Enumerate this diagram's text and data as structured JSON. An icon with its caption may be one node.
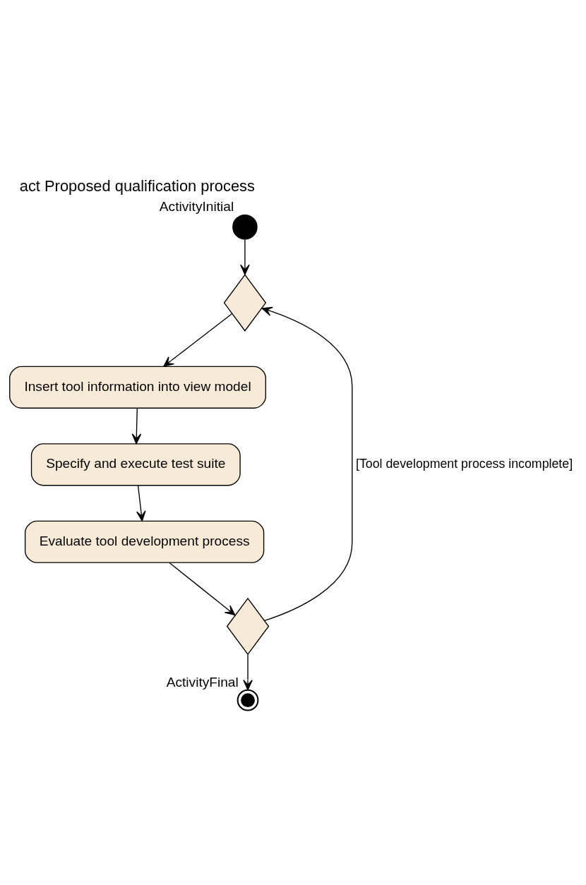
{
  "diagram": {
    "title": "act Proposed qualification process",
    "nodes": [
      {
        "text": [],
        "shape": "circle",
        "beside": [
          "ActivityInitial"
        ]
      },
      {
        "text": [],
        "shape": "diamond"
      },
      {
        "text": [
          "Insert tool information into view model"
        ]
      },
      {
        "text": [
          "Specify and execute test suite"
        ]
      },
      {
        "text": [
          "Evaluate tool development process"
        ]
      },
      {
        "text": [],
        "shape": "diamond"
      },
      {
        "text": [],
        "shape": "circle",
        "beside": [
          "ActivityFinal"
        ]
      }
    ],
    "edges": [
      {
        "from": 0,
        "to": 1,
        "arrow": "to"
      },
      {
        "from": 1,
        "to": 2,
        "arrow": "to"
      },
      {
        "from": 2,
        "to": 3,
        "arrow": "to"
      },
      {
        "from": 3,
        "to": 4,
        "arrow": "to"
      },
      {
        "from": 4,
        "to": 5,
        "arrow": "to"
      },
      {
        "from": 5,
        "to": 1,
        "arrow": "to",
        "label": "[Tool development process incomplete]"
      },
      {
        "from": 5,
        "to": 6,
        "arrow": "to"
      }
    ]
  }
}
